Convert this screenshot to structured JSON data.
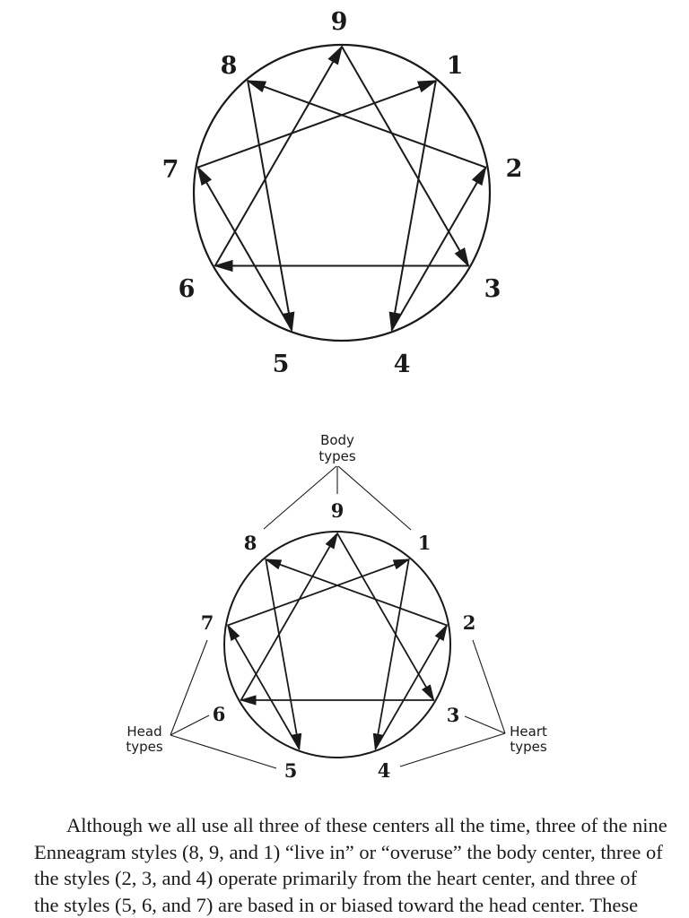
{
  "diagram1": {
    "labels": [
      "9",
      "1",
      "2",
      "3",
      "4",
      "5",
      "6",
      "7",
      "8"
    ]
  },
  "diagram2": {
    "labels": [
      "9",
      "1",
      "2",
      "3",
      "4",
      "5",
      "6",
      "7",
      "8"
    ],
    "groups": {
      "body": [
        "Body",
        "types"
      ],
      "heart": [
        "Heart",
        "types"
      ],
      "head": [
        "Head",
        "types"
      ]
    }
  },
  "paragraph": {
    "lines": [
      "Although we all use all three of these centers all the time, three of the nine",
      "Enneagram styles (8, 9, and 1) “live in” or “overuse” the body center, three of",
      "the styles (2, 3, and 4) operate primarily from the heart center, and three of",
      "the styles (5, 6, and 7) are based in or biased toward the head center. These"
    ]
  },
  "arrows": [
    [
      9,
      3
    ],
    [
      3,
      6
    ],
    [
      6,
      9
    ],
    [
      1,
      4
    ],
    [
      4,
      2
    ],
    [
      2,
      8
    ],
    [
      8,
      5
    ],
    [
      5,
      7
    ],
    [
      7,
      1
    ]
  ]
}
